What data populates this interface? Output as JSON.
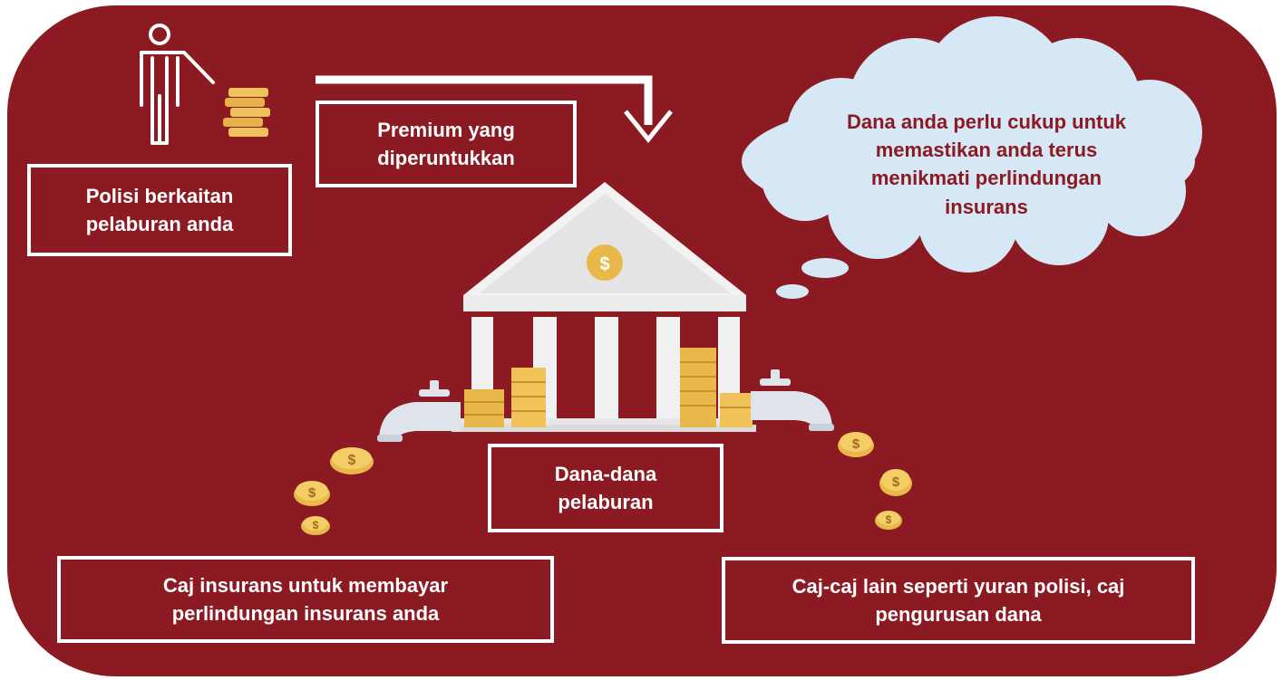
{
  "colors": {
    "background": "#8b1a22",
    "box_border": "#ffffff",
    "cloud_fill": "#d6e8f6",
    "cloud_text": "#8b1a22",
    "coin": "#e9b84a",
    "building": "#f1f1f1"
  },
  "icons": [
    "person-icon",
    "coin-stack-icon",
    "arrow-down-icon",
    "bank-building-icon",
    "thought-cloud-icon",
    "tap-left-icon",
    "tap-right-icon",
    "dollar-coin-icon"
  ],
  "boxes": {
    "policy": {
      "line1": "Polisi berkaitan",
      "line2": "pelaburan anda"
    },
    "premium": {
      "line1": "Premium yang",
      "line2": "diperuntukkan"
    },
    "funds": {
      "line1": "Dana-dana",
      "line2": "pelaburan"
    },
    "insurance_charge": {
      "line1": "Caj insurans untuk membayar",
      "line2": "perlindungan insurans anda"
    },
    "other_charges": {
      "line1": "Caj-caj lain seperti yuran polisi, caj",
      "line2": "pengurusan dana"
    }
  },
  "cloud": {
    "line1": "Dana anda perlu cukup untuk",
    "line2": "memastikan anda terus",
    "line3": "menikmati perlindungan",
    "line4": "insurans"
  }
}
